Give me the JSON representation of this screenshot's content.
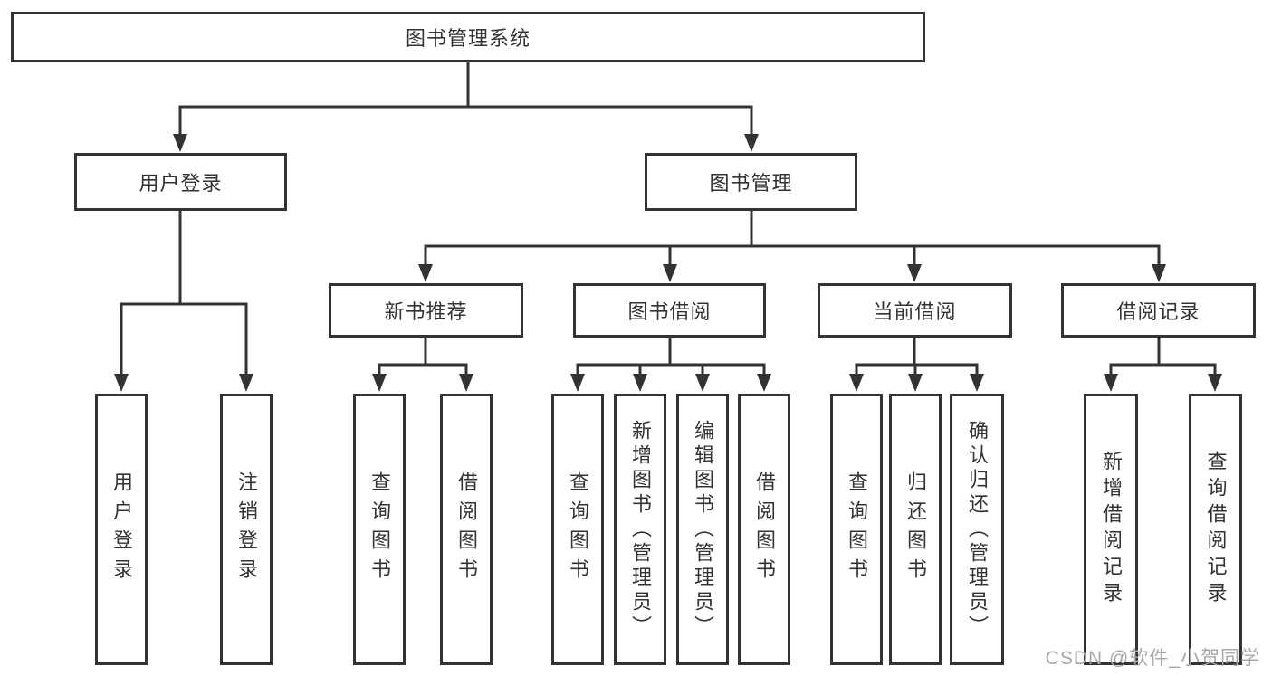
{
  "diagram": {
    "root_label": "图书管理系统",
    "branches": [
      {
        "label": "用户登录",
        "children": [
          {
            "label": "用户登录"
          },
          {
            "label": "注销登录"
          }
        ]
      },
      {
        "label": "图书管理",
        "children": [
          {
            "label": "新书推荐",
            "children": [
              {
                "label": "查询图书"
              },
              {
                "label": "借阅图书"
              }
            ]
          },
          {
            "label": "图书借阅",
            "children": [
              {
                "label": "查询图书"
              },
              {
                "label": "新增图书（管理员）"
              },
              {
                "label": "编辑图书（管理员）"
              },
              {
                "label": "借阅图书"
              }
            ]
          },
          {
            "label": "当前借阅",
            "children": [
              {
                "label": "查询图书"
              },
              {
                "label": "归还图书"
              },
              {
                "label": "确认归还（管理员）"
              }
            ]
          },
          {
            "label": "借阅记录",
            "children": [
              {
                "label": "新增借阅记录"
              },
              {
                "label": "查询借阅记录"
              }
            ]
          }
        ]
      }
    ]
  },
  "watermark": {
    "text": "CSDN @软件_小贺同学"
  },
  "colors": {
    "line": "#333333",
    "box_border": "#333333",
    "box_background": "#ffffff",
    "text": "#333333",
    "watermark": "#a8a8a8",
    "background": "#ffffff"
  }
}
